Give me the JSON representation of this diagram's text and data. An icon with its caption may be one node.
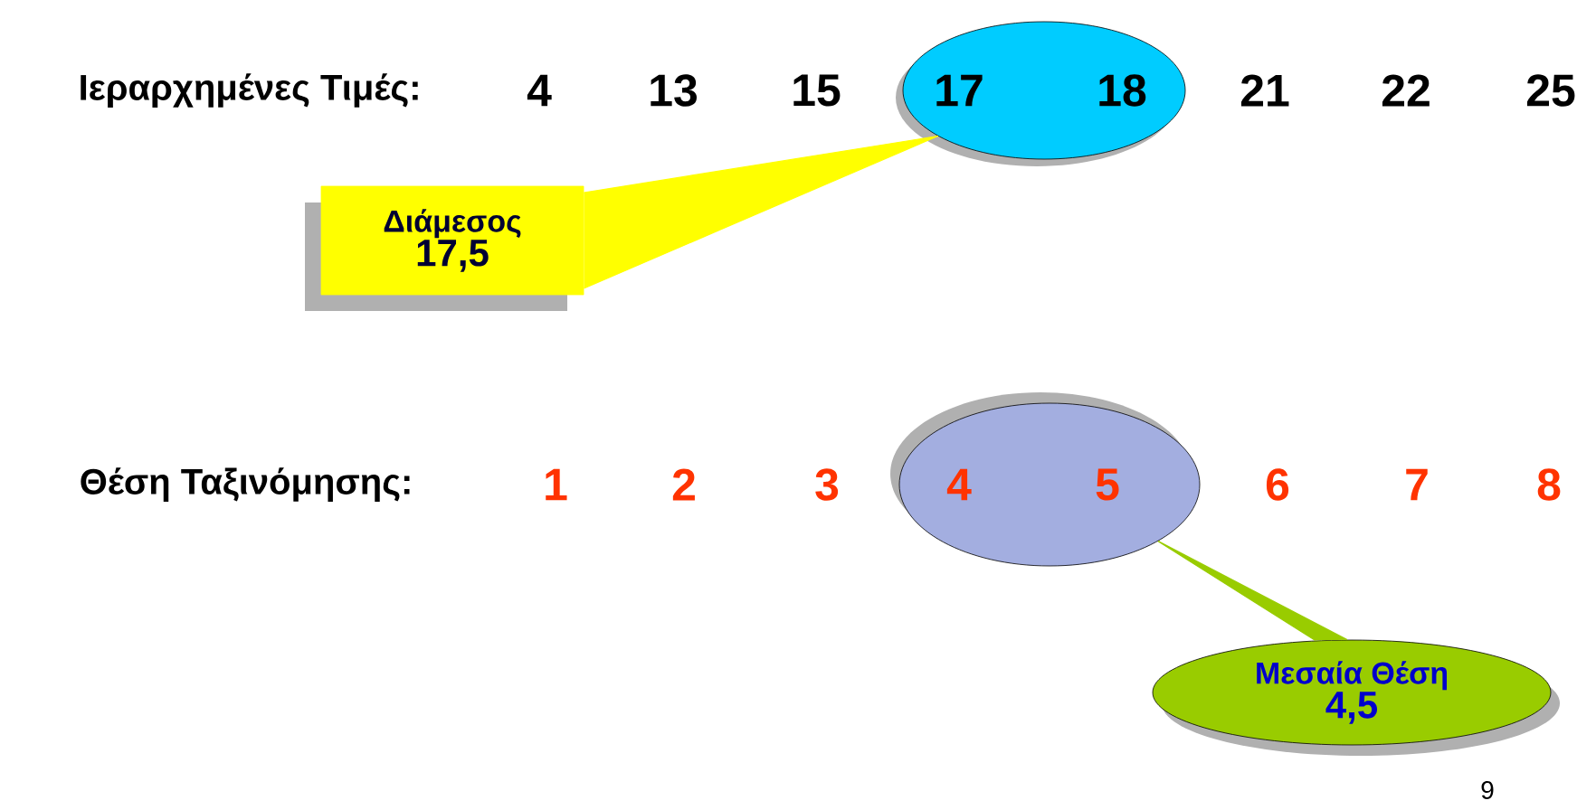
{
  "diagram": {
    "nodes": [
      {
        "text": [],
        "shape": "ellipse"
      },
      {
        "text": [
          "Διάμεσος",
          "17,5"
        ]
      },
      {
        "text": [],
        "shape": "ellipse"
      },
      {
        "text": [
          "Μεσαία Θέση",
          "4,5"
        ]
      }
    ],
    "edges": [
      {
        "from": 1,
        "to": 0,
        "arrow": "none",
        "color": "#ffff00"
      },
      {
        "from": 3,
        "to": 2,
        "arrow": "none",
        "color": "#99cc00"
      }
    ],
    "labels": [
      "Ιεραρχημένες Τιμές:",
      "4",
      "13",
      "15",
      "17",
      "18",
      "21",
      "22",
      "25",
      "Θέση Ταξινόμησης:",
      "1",
      "2",
      "3",
      "4",
      "5",
      "6",
      "7",
      "8",
      "9"
    ]
  }
}
